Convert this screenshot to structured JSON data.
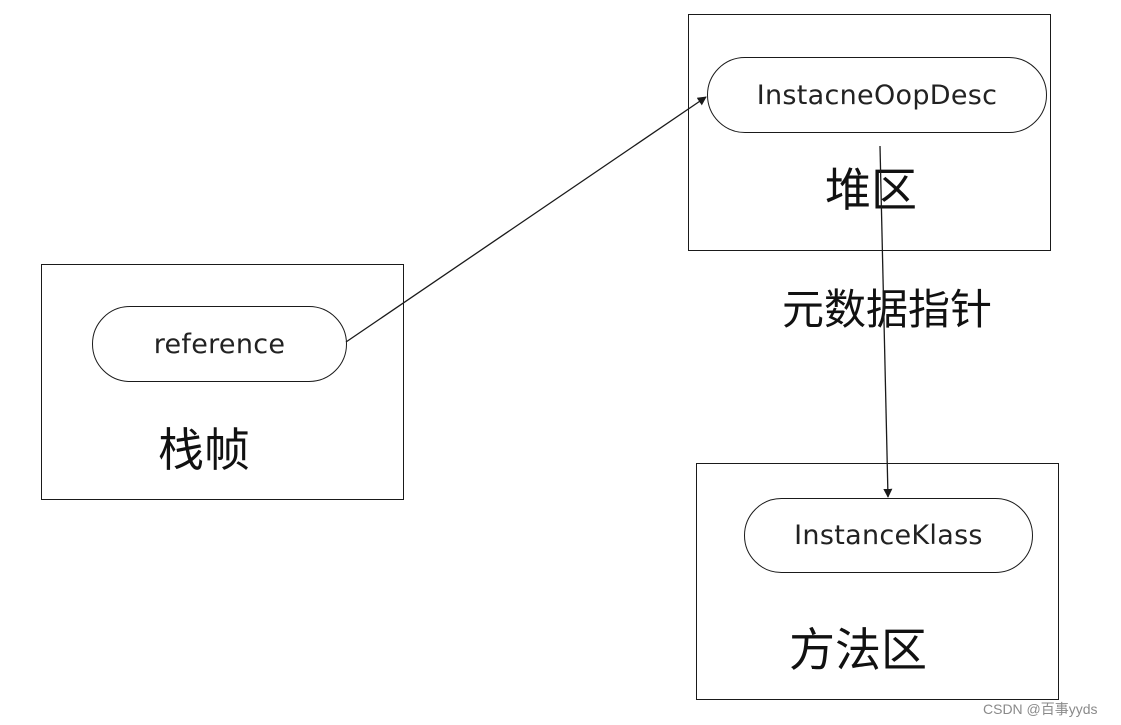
{
  "nodes": {
    "stack_frame": {
      "label": "栈帧",
      "item": "reference"
    },
    "heap": {
      "label": "堆区",
      "item": "InstacneOopDesc"
    },
    "method_area": {
      "label": "方法区",
      "item": "InstanceKlass"
    }
  },
  "edges": [
    {
      "from": "reference",
      "to": "InstacneOopDesc",
      "label": ""
    },
    {
      "from": "InstacneOopDesc",
      "to": "InstanceKlass",
      "label": "元数据指针"
    }
  ],
  "watermark": "CSDN @百事yyds",
  "colors": {
    "stroke": "#1a1a1a",
    "background": "#ffffff",
    "watermark": "#8a8a8a"
  }
}
